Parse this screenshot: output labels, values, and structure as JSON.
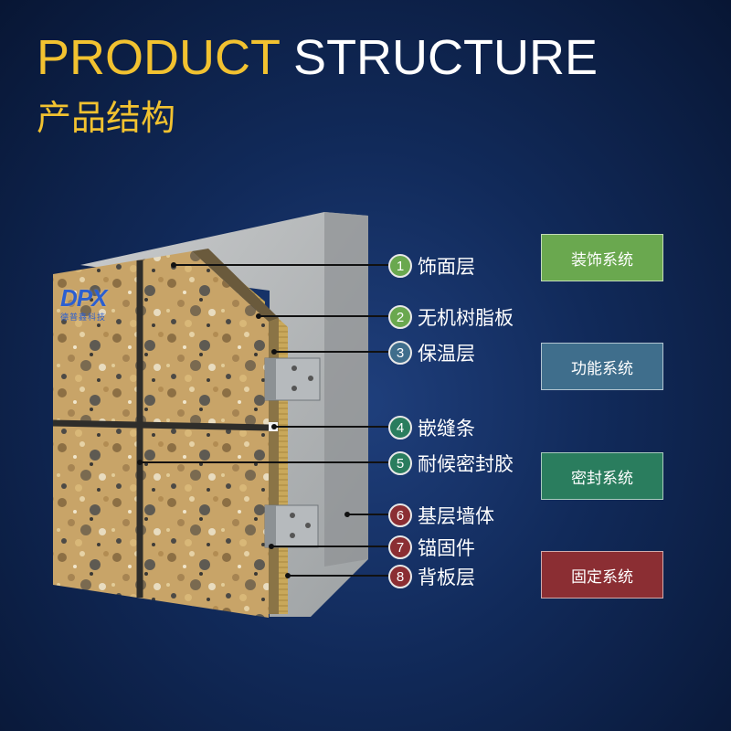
{
  "title": {
    "en_part1": "PRODUCT",
    "en_part2": "STRUCTURE",
    "zh": "产品结构"
  },
  "logo": {
    "text": "DPX",
    "subtext": "德普鑫科技"
  },
  "colors": {
    "title_accent": "#f2c230",
    "decoration_system": "#6aa84f",
    "function_system": "#3f6e8c",
    "sealing_system": "#2a7d5e",
    "fixing_system": "#8b2e33"
  },
  "layers": [
    {
      "num": "1",
      "name": "饰面层",
      "badge_color": "#6aa84f"
    },
    {
      "num": "2",
      "name": "无机树脂板",
      "badge_color": "#6aa84f"
    },
    {
      "num": "3",
      "name": "保温层",
      "badge_color": "#3f6e8c"
    },
    {
      "num": "4",
      "name": "嵌缝条",
      "badge_color": "#2a7d5e"
    },
    {
      "num": "5",
      "name": "耐候密封胶",
      "badge_color": "#2a7d5e"
    },
    {
      "num": "6",
      "name": "基层墙体",
      "badge_color": "#8b2e33"
    },
    {
      "num": "7",
      "name": "锚固件",
      "badge_color": "#8b2e33"
    },
    {
      "num": "8",
      "name": "背板层",
      "badge_color": "#8b2e33"
    }
  ],
  "systems": [
    {
      "name": "装饰系统",
      "color": "#6aa84f"
    },
    {
      "name": "功能系统",
      "color": "#3f6e8c"
    },
    {
      "name": "密封系统",
      "color": "#2a7d5e"
    },
    {
      "name": "固定系统",
      "color": "#8b2e33"
    }
  ]
}
